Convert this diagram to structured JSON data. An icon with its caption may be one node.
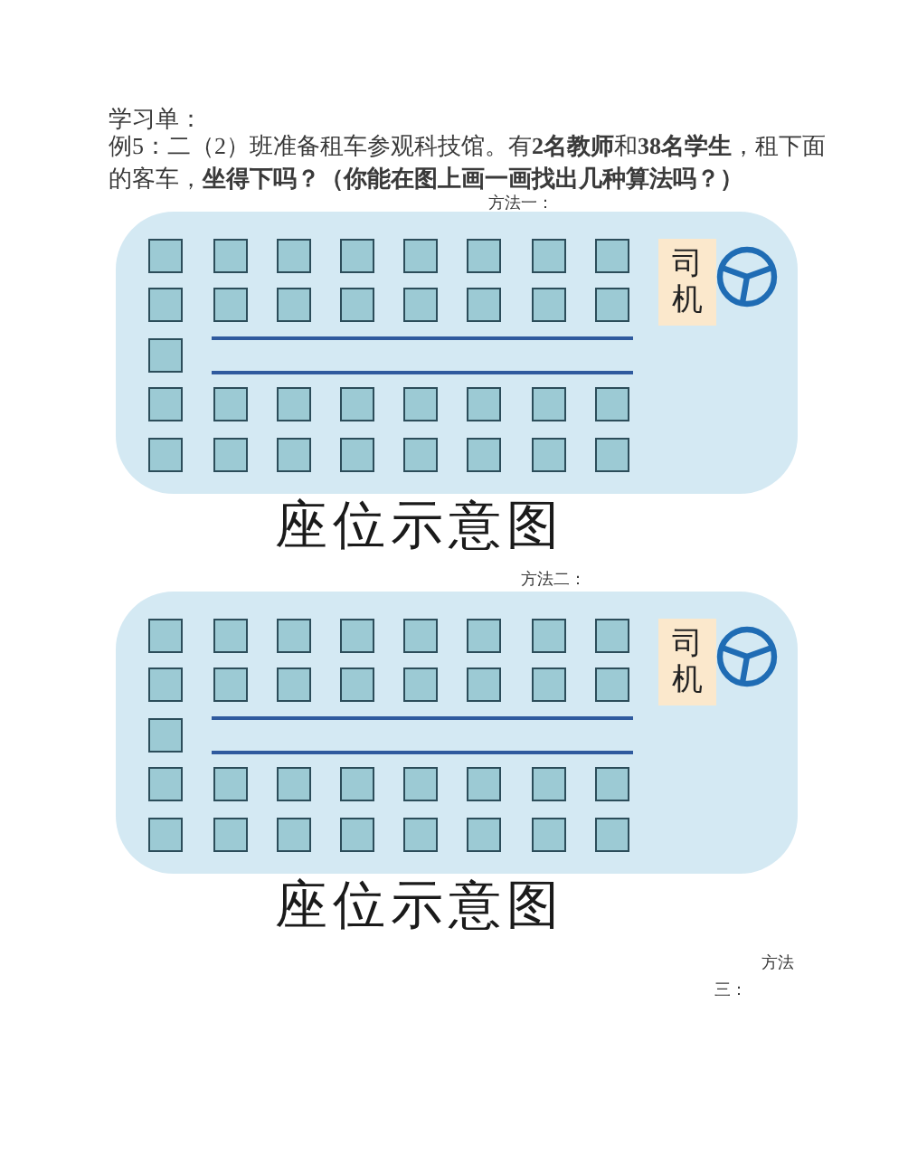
{
  "diagram": {
    "title": "学习单：",
    "nodes": [
      {
        "text": [],
        "shape": "box",
        "beside": [
          "座位示意图"
        ]
      },
      {
        "text": [],
        "shape": "box",
        "in": 0
      },
      {
        "text": [],
        "shape": "box",
        "in": 0
      },
      {
        "text": [],
        "shape": "box",
        "in": 0
      },
      {
        "text": [],
        "shape": "box",
        "in": 0
      },
      {
        "text": [],
        "shape": "box",
        "in": 0
      },
      {
        "text": [],
        "shape": "box",
        "in": 0
      },
      {
        "text": [],
        "shape": "box",
        "in": 0
      },
      {
        "text": [],
        "shape": "box",
        "in": 0
      },
      {
        "text": [],
        "shape": "box",
        "in": 0
      },
      {
        "text": [],
        "shape": "box",
        "in": 0
      },
      {
        "text": [],
        "shape": "box",
        "in": 0
      },
      {
        "text": [],
        "shape": "box",
        "in": 0
      },
      {
        "text": [],
        "shape": "box",
        "in": 0
      },
      {
        "text": [],
        "shape": "box",
        "in": 0
      },
      {
        "text": [],
        "shape": "box",
        "in": 0
      },
      {
        "text": [],
        "shape": "box",
        "in": 0
      },
      {
        "text": [],
        "shape": "box",
        "in": 0
      },
      {
        "text": [],
        "shape": "box",
        "in": 0
      },
      {
        "text": [],
        "shape": "box",
        "in": 0
      },
      {
        "text": [],
        "shape": "box",
        "in": 0
      },
      {
        "text": [],
        "shape": "box",
        "in": 0
      },
      {
        "text": [],
        "shape": "box",
        "in": 0
      },
      {
        "text": [],
        "shape": "box",
        "in": 0
      },
      {
        "text": [],
        "shape": "box",
        "in": 0
      },
      {
        "text": [],
        "shape": "box",
        "in": 0
      },
      {
        "text": [],
        "shape": "box",
        "in": 0
      },
      {
        "text": [],
        "shape": "box",
        "in": 0
      },
      {
        "text": [],
        "shape": "box",
        "in": 0
      },
      {
        "text": [],
        "shape": "box",
        "in": 0
      },
      {
        "text": [],
        "shape": "box",
        "in": 0
      },
      {
        "text": [],
        "shape": "box",
        "in": 0
      },
      {
        "text": [],
        "shape": "box",
        "in": 0
      },
      {
        "text": [],
        "shape": "box",
        "in": 0
      },
      {
        "text": [
          "司机"
        ],
        "in": 0
      },
      {
        "text": [],
        "shape": "box",
        "beside": [
          "座位示意图"
        ]
      },
      {
        "text": [],
        "shape": "box",
        "in": 35
      },
      {
        "text": [],
        "shape": "box",
        "in": 35
      },
      {
        "text": [],
        "shape": "box",
        "in": 35
      },
      {
        "text": [],
        "shape": "box",
        "in": 35
      },
      {
        "text": [],
        "shape": "box",
        "in": 35
      },
      {
        "text": [],
        "shape": "box",
        "in": 35
      },
      {
        "text": [],
        "shape": "box",
        "in": 35
      },
      {
        "text": [],
        "shape": "box",
        "in": 35
      },
      {
        "text": [],
        "shape": "box",
        "in": 35
      },
      {
        "text": [],
        "shape": "box",
        "in": 35
      },
      {
        "text": [],
        "shape": "box",
        "in": 35
      },
      {
        "text": [],
        "shape": "box",
        "in": 35
      },
      {
        "text": [],
        "shape": "box",
        "in": 35
      },
      {
        "text": [],
        "shape": "box",
        "in": 35
      },
      {
        "text": [],
        "shape": "box",
        "in": 35
      },
      {
        "text": [],
        "shape": "box",
        "in": 35
      },
      {
        "text": [],
        "shape": "box",
        "in": 35
      },
      {
        "text": [],
        "shape": "box",
        "in": 35
      },
      {
        "text": [],
        "shape": "box",
        "in": 35
      },
      {
        "text": [],
        "shape": "box",
        "in": 35
      },
      {
        "text": [],
        "shape": "box",
        "in": 35
      },
      {
        "text": [],
        "shape": "box",
        "in": 35
      },
      {
        "text": [],
        "shape": "box",
        "in": 35
      },
      {
        "text": [],
        "shape": "box",
        "in": 35
      },
      {
        "text": [],
        "shape": "box",
        "in": 35
      },
      {
        "text": [],
        "shape": "box",
        "in": 35
      },
      {
        "text": [],
        "shape": "box",
        "in": 35
      },
      {
        "text": [],
        "shape": "box",
        "in": 35
      },
      {
        "text": [],
        "shape": "box",
        "in": 35
      },
      {
        "text": [],
        "shape": "box",
        "in": 35
      },
      {
        "text": [],
        "shape": "box",
        "in": 35
      },
      {
        "text": [],
        "shape": "box",
        "in": 35
      },
      {
        "text": [],
        "shape": "box",
        "in": 35
      },
      {
        "text": [
          "司机"
        ],
        "in": 35
      }
    ],
    "labels": [
      "例5：二（2）班准备租车参观科技馆。有**2名教师**和**38名学生**，租下面的客车，**坐得下吗？（你能在图上画一画找出几种算法吗？）**",
      "方法一：",
      "方法二：",
      "方法三："
    ]
  }
}
